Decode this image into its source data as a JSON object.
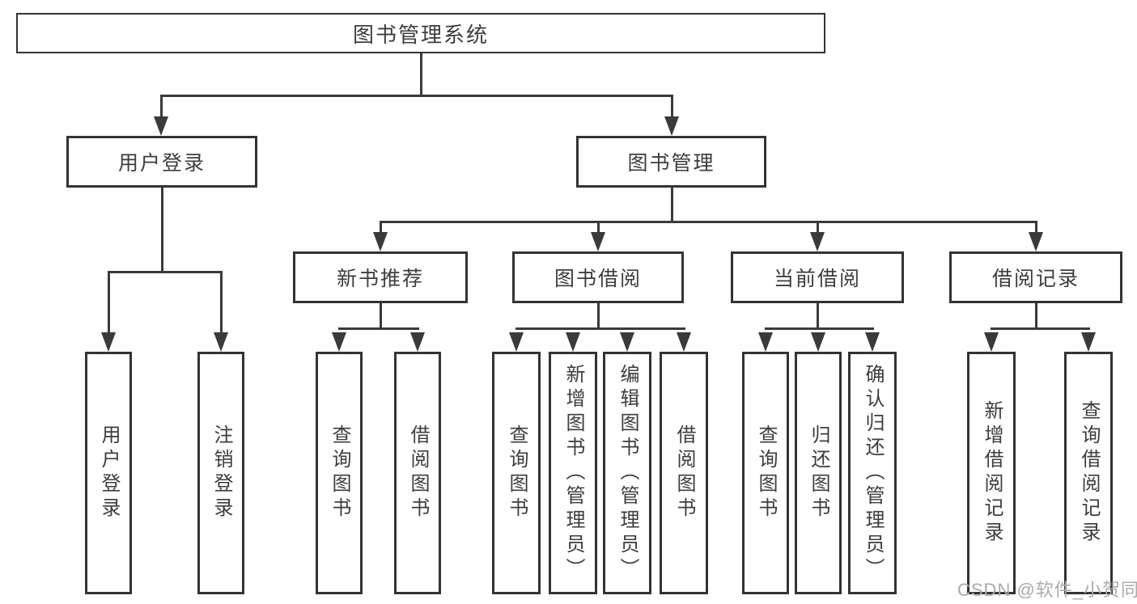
{
  "diagram_title": "图书管理系统",
  "colors": {
    "background": "#ffffff",
    "line": "#3a3a3a",
    "box_border": "#333333",
    "box_fill": "#ffffff",
    "text": "#3d3d3d",
    "watermark": "#ababab"
  },
  "tree": {
    "root": "图书管理系统",
    "branches": [
      {
        "label": "用户登录",
        "leaves": [
          "用户登录",
          "注销登录"
        ]
      },
      {
        "label": "图书管理",
        "groups": [
          {
            "label": "新书推荐",
            "leaves": [
              "查询图书",
              "借阅图书"
            ]
          },
          {
            "label": "图书借阅",
            "leaves": [
              "查询图书",
              "新增图书（管理员）",
              "编辑图书（管理员）",
              "借阅图书"
            ]
          },
          {
            "label": "当前借阅",
            "leaves": [
              "查询图书",
              "归还图书",
              "确认归还（管理员）"
            ]
          },
          {
            "label": "借阅记录",
            "leaves": [
              "新增借阅记录",
              "查询借阅记录"
            ]
          }
        ]
      }
    ]
  },
  "watermark": "CSDN @软件_小贺同学"
}
